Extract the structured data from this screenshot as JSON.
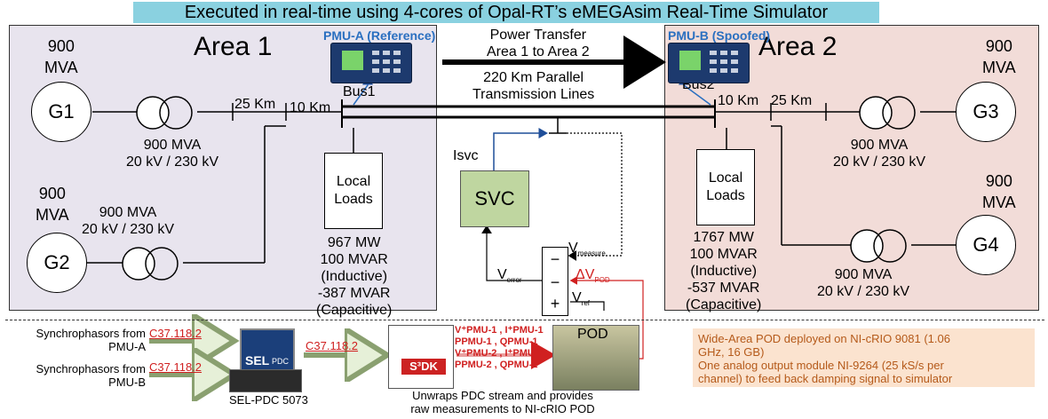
{
  "banner": "Executed in real-time using 4-cores of Opal-RT’s eMEGAsim Real-Time Simulator",
  "area1": {
    "title": "Area 1",
    "g1": {
      "label": "G1",
      "rating": [
        "900",
        "MVA"
      ]
    },
    "g2": {
      "label": "G2",
      "rating": [
        "900",
        "MVA"
      ]
    },
    "tx1": [
      "900 MVA",
      "20 kV / 230 kV"
    ],
    "tx2": [
      "900 MVA",
      "20 kV / 230 kV"
    ],
    "line25": "25 Km",
    "line10": "10 Km",
    "bus": "Bus1",
    "pmu": "PMU-A (Reference)",
    "load_box": [
      "Local",
      "Loads"
    ],
    "load_values": [
      "967 MW",
      "100 MVAR",
      "(Inductive)",
      "-387 MVAR",
      "(Capacitive)"
    ]
  },
  "area2": {
    "title": "Area 2",
    "g3": {
      "label": "G3",
      "rating": [
        "900",
        "MVA"
      ]
    },
    "g4": {
      "label": "G4",
      "rating": [
        "900",
        "MVA"
      ]
    },
    "tx3": [
      "900 MVA",
      "20 kV / 230 kV"
    ],
    "tx4": [
      "900 MVA",
      "20 kV / 230 kV"
    ],
    "line10": "10 Km",
    "line25": "25 Km",
    "bus": "Bus2",
    "pmu": "PMU-B (Spoofed)",
    "load_box": [
      "Local",
      "Loads"
    ],
    "load_values": [
      "1767 MW",
      "100 MVAR",
      "(Inductive)",
      "-537 MVAR",
      "(Capacitive)"
    ]
  },
  "transfer": {
    "power": [
      "Power Transfer",
      "Area 1 to Area 2"
    ],
    "lines": [
      "220 Km Parallel",
      "Transmission Lines"
    ]
  },
  "svc": {
    "label": "SVC",
    "isvc": "Isvc",
    "verror": "V",
    "verror_sub": "error",
    "vmeasure": "V",
    "vmeasure_sub": "measure",
    "vref": "V",
    "vref_sub": "ref",
    "dvpod": "ΔV",
    "dvpod_sub": "POD",
    "signs": [
      "−",
      "−",
      "+"
    ]
  },
  "bottom": {
    "synch_a": [
      "Synchrophasors from",
      "PMU-A"
    ],
    "synch_b": [
      "Synchrophasors from",
      "PMU-B"
    ],
    "c37_a": "C37.118.2",
    "c37_b": "C37.118.2",
    "c37_out": "C37.118.2",
    "sel_label": "SEL-PDC 5073",
    "sel_logo": "SEL",
    "pdc_tag": "PDC",
    "s3dk": "S³DK",
    "unwraps": [
      "Unwraps PDC stream and provides",
      "raw measurements to NI-cRIO POD"
    ],
    "pod": "POD",
    "meas": [
      "V⁺PMU-1 , I⁺PMU-1",
      "PPMU-1 , QPMU-1",
      "V⁺PMU-2 , I⁺PMU-2",
      "PPMU-2 , QPMU-2"
    ],
    "info": [
      "Wide-Area POD deployed on NI-cRIO 9081 (1.06",
      "GHz, 16 GB)",
      "One analog output module NI-9264 (25 kS/s per",
      "channel) to feed back damping signal to simulator"
    ]
  },
  "colors": {
    "banner": "#8ad1e0",
    "area1": "#e8e4ee",
    "area2": "#f2dcd8",
    "svc": "#bfd6a0",
    "pmu_label": "#2a6fc0",
    "red": "#d02020",
    "info": "#fbe3cf"
  }
}
